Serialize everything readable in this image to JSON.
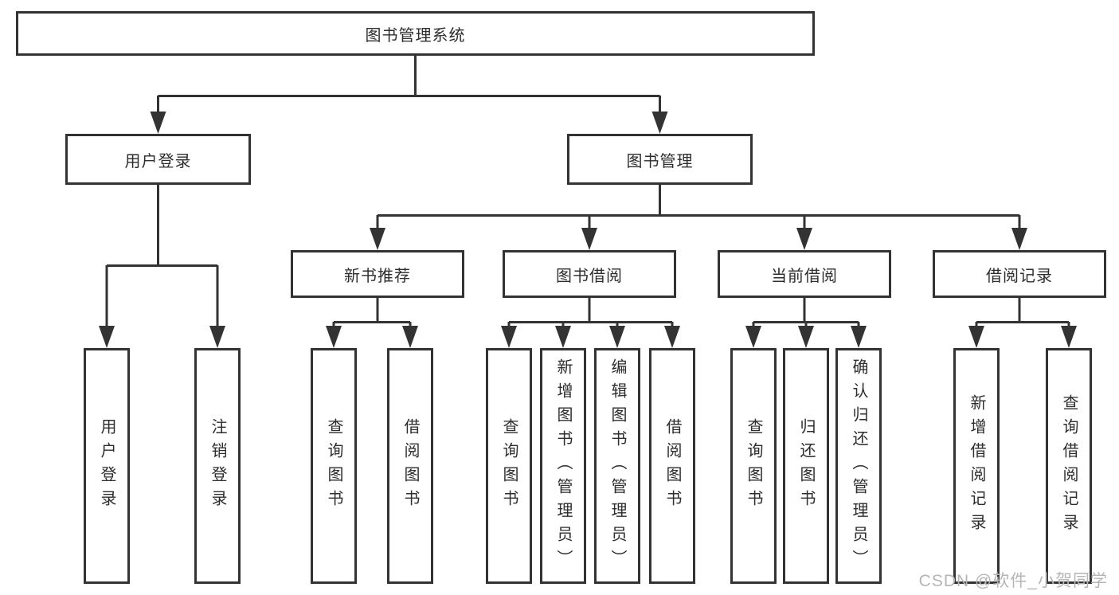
{
  "diagram": {
    "type": "hierarchy-tree",
    "orientation": "top-down",
    "tree": {
      "label": "图书管理系统",
      "children": [
        {
          "label": "用户登录",
          "children": [
            {
              "label": "用户登录"
            },
            {
              "label": "注销登录"
            }
          ]
        },
        {
          "label": "图书管理",
          "children": [
            {
              "label": "新书推荐",
              "children": [
                {
                  "label": "查询图书"
                },
                {
                  "label": "借阅图书"
                }
              ]
            },
            {
              "label": "图书借阅",
              "children": [
                {
                  "label": "查询图书"
                },
                {
                  "label": "新增图书（管理员）"
                },
                {
                  "label": "编辑图书（管理员）"
                },
                {
                  "label": "借阅图书"
                }
              ]
            },
            {
              "label": "当前借阅",
              "children": [
                {
                  "label": "查询图书"
                },
                {
                  "label": "归还图书"
                },
                {
                  "label": "确认归还（管理员）"
                }
              ]
            },
            {
              "label": "借阅记录",
              "children": [
                {
                  "label": "新增借阅记录"
                },
                {
                  "label": "查询借阅记录"
                }
              ]
            }
          ]
        }
      ]
    },
    "colors": {
      "box_border": "#333333",
      "connector_line": "#333333",
      "text": "#2d2d2d",
      "background": "#ffffff",
      "watermark_text": "#b5b5b5"
    }
  },
  "watermark": "CSDN @软件_小贺同学"
}
